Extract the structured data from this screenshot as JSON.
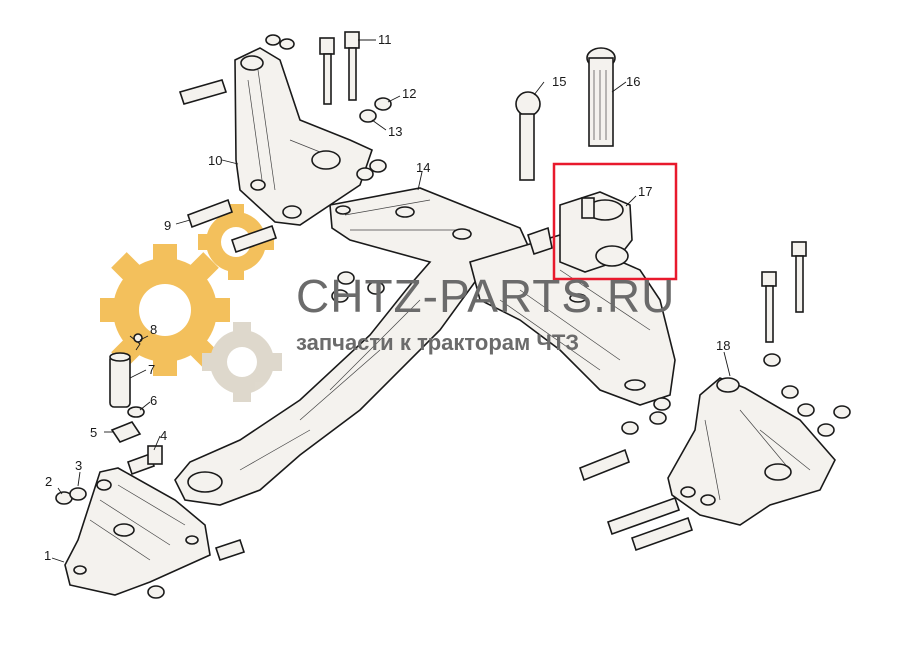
{
  "watermark": {
    "title": "CHTZ-PARTS.RU",
    "subtitle": "запчасти к тракторам ЧТЗ",
    "gear_colors": [
      "#f2b640",
      "#e8c07a",
      "#d9d2c4"
    ]
  },
  "highlight": {
    "part": "17",
    "color": "#e8192c"
  },
  "callouts": [
    "1",
    "2",
    "3",
    "4",
    "5",
    "6",
    "7",
    "8",
    "9",
    "10",
    "11",
    "12",
    "13",
    "14",
    "15",
    "16",
    "17",
    "18"
  ]
}
